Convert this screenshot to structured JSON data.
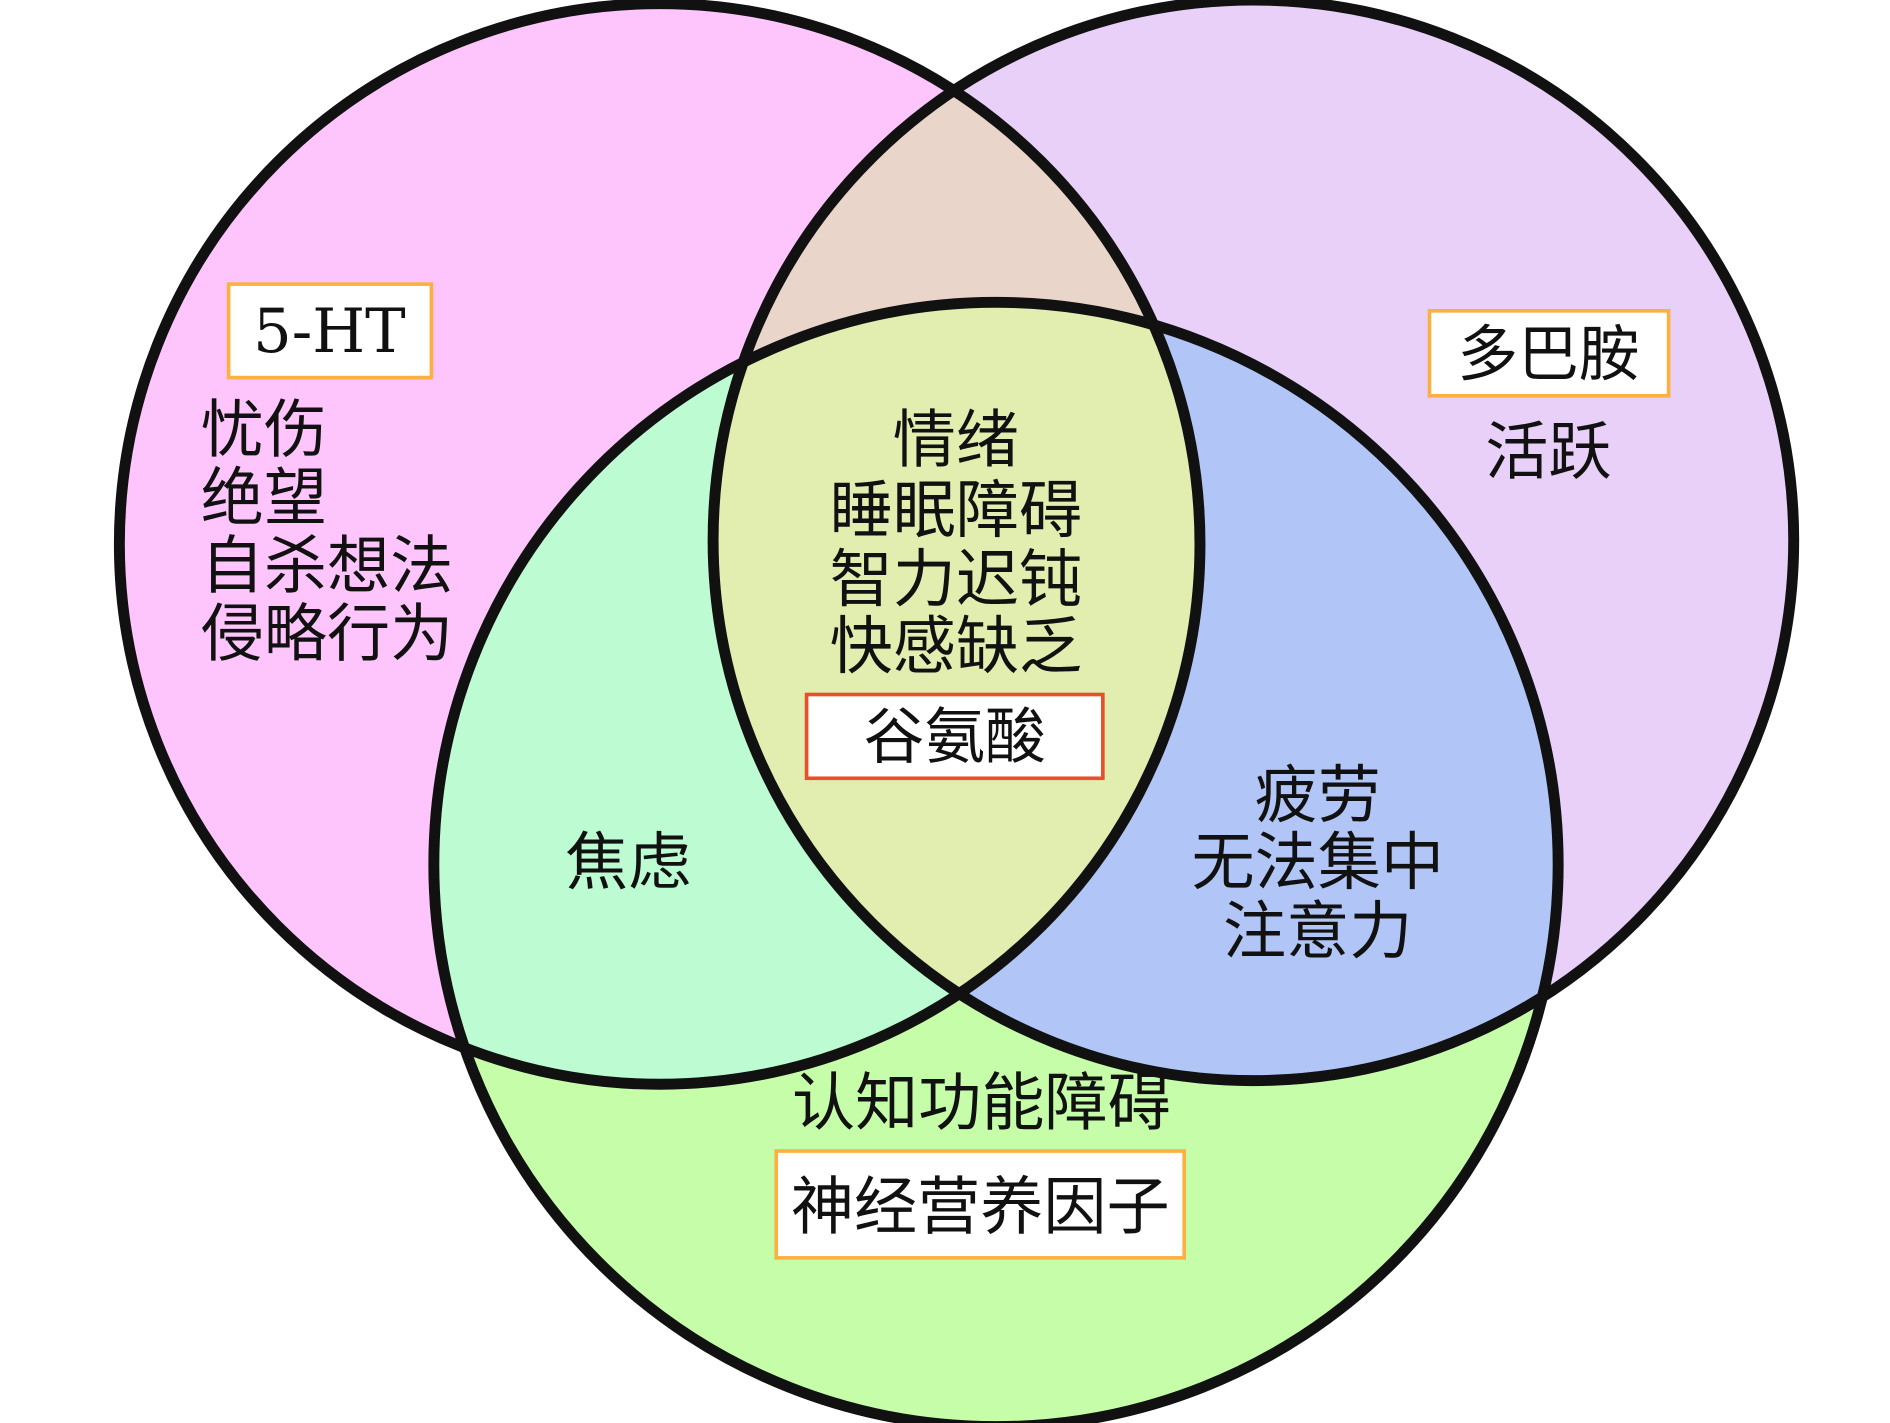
{
  "diagram": {
    "sets": {
      "serotonin": {
        "label": "5-HT",
        "color": "#fdc5fb",
        "items": [
          "忧伤",
          "绝望",
          "自杀想法",
          "侵略行为"
        ]
      },
      "dopamine": {
        "label": "多巴胺",
        "color": "#e8d0f8",
        "items": [
          "活跃"
        ]
      },
      "neurotrophic": {
        "label": "神经营养因子",
        "color": "#c6fda8",
        "items": [
          "认知功能障碍"
        ]
      }
    },
    "intersections": {
      "serotonin_dopamine": {
        "color": "#e9d5c9",
        "items": []
      },
      "serotonin_neurotrophic": {
        "color": "#bdfcd2",
        "items": [
          "焦虑"
        ]
      },
      "dopamine_neurotrophic": {
        "color": "#b1c6f6",
        "items": [
          "疲劳",
          "无法集中",
          "注意力"
        ]
      },
      "all": {
        "label": "谷氨酸",
        "color": "#e2edb0",
        "items": [
          "情绪",
          "睡眠障碍",
          "智力迟钝",
          "快感缺乏"
        ]
      }
    },
    "box_colors": {
      "orange": "#fbb040",
      "red": "#e8502a"
    }
  }
}
